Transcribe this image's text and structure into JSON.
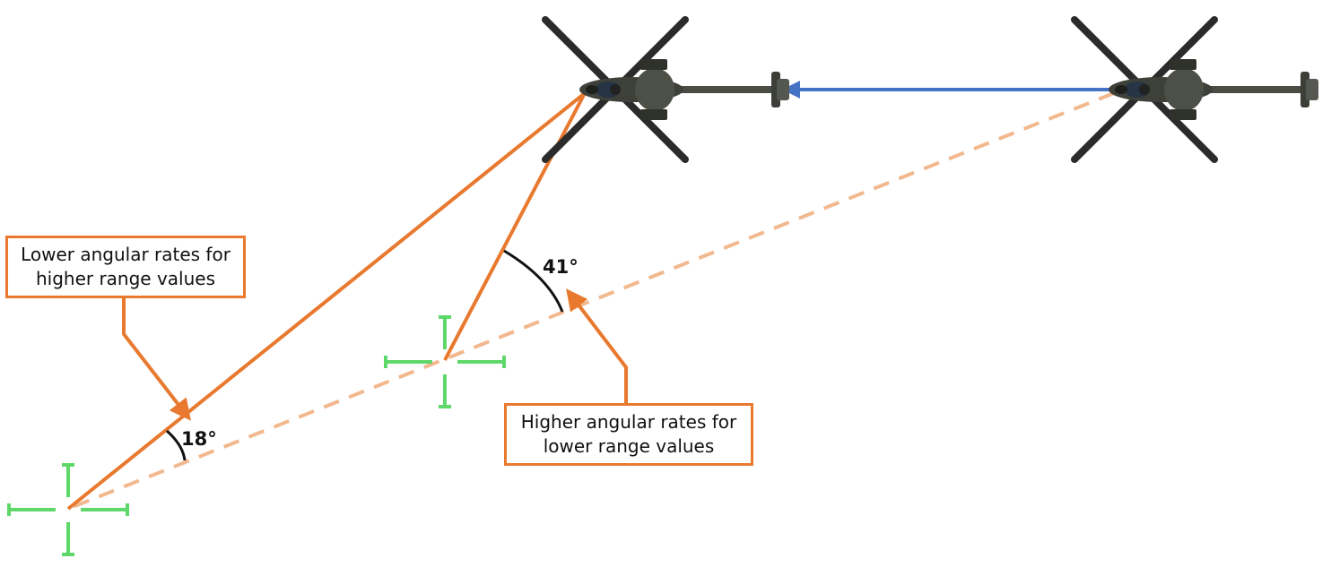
{
  "annotations": {
    "low_rate": {
      "line1": "Lower angular rates for",
      "line2": "higher range values"
    },
    "high_rate": {
      "line1": "Higher angular rates for",
      "line2": "lower range values"
    }
  },
  "angles": {
    "small": "18°",
    "large": "41°"
  },
  "colors": {
    "sight_line": "#e8792e",
    "sight_line_dashed": "#f2b88e",
    "motion_arrow": "#4472c4",
    "reticle": "#5fd86a",
    "annotation_border": "#e8792e"
  },
  "icons": [
    "helicopter-icon",
    "target-reticle-icon"
  ]
}
